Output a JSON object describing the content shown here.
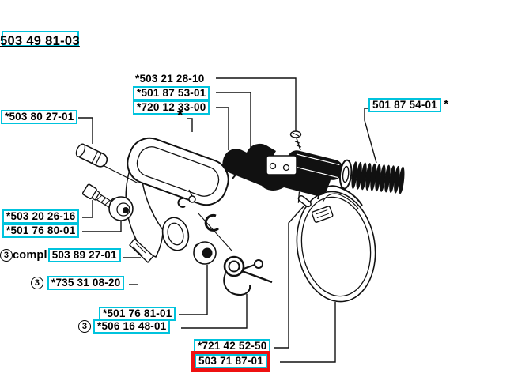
{
  "colors": {
    "annotation_box": "#00c3dd",
    "highlight_box": "#ee1111",
    "line_art": "#111111",
    "background": "#ffffff"
  },
  "labels": {
    "assembly": {
      "text": "503 49 81-03"
    },
    "screw_top": {
      "text": "*503 21 28-10"
    },
    "lever_screw": {
      "text": "*501 87 53-01"
    },
    "rod": {
      "text": "*720 12 33-00"
    },
    "star_note": {
      "text": "*"
    },
    "spring_coil": {
      "text": "501 87 54-01",
      "suffix": "*"
    },
    "pin_left": {
      "text": "*503 80 27-01"
    },
    "bolt_left": {
      "text": "*503 20 26-16"
    },
    "bushing_left": {
      "text": "*501 76 80-01"
    },
    "guard_compl": {
      "circled": "3",
      "prefix": "compl",
      "text": "503 89 27-01"
    },
    "spring_735": {
      "circled": "3",
      "text": "*735 31 08-20"
    },
    "knob": {
      "text": "*501 76 81-01"
    },
    "torsion_spring": {
      "circled": "3",
      "text": "*506 16 48-01"
    },
    "band_pin": {
      "text": "*721 42 52-50"
    },
    "brake_band": {
      "text": "503 71 87-01",
      "highlighted": true
    }
  }
}
